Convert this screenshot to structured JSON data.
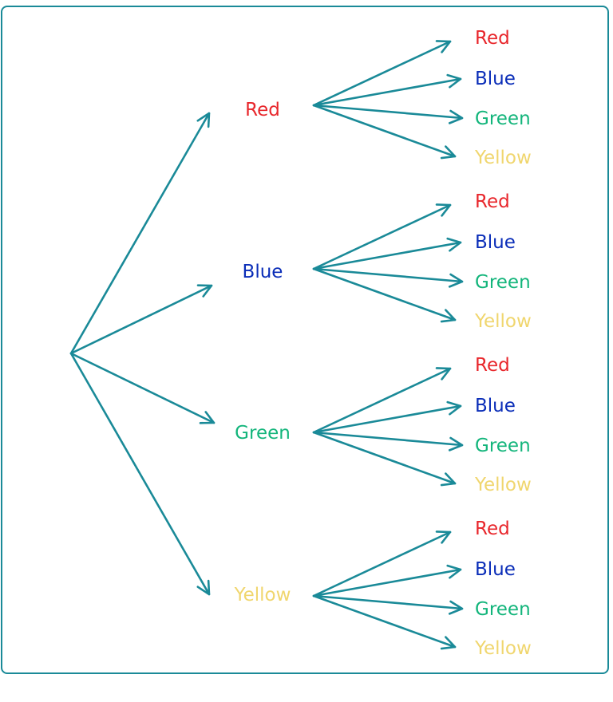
{
  "colors": {
    "arrow": "#1a8a98",
    "Red": "#e8262b",
    "Blue": "#0a2db8",
    "Green": "#13b57b",
    "Yellow": "#f0d66e"
  },
  "diagram": {
    "type": "tree-diagram",
    "first_level": [
      "Red",
      "Blue",
      "Green",
      "Yellow"
    ],
    "second_level": [
      [
        "Red",
        "Blue",
        "Green",
        "Yellow"
      ],
      [
        "Red",
        "Blue",
        "Green",
        "Yellow"
      ],
      [
        "Red",
        "Blue",
        "Green",
        "Yellow"
      ],
      [
        "Red",
        "Blue",
        "Green",
        "Yellow"
      ]
    ]
  }
}
